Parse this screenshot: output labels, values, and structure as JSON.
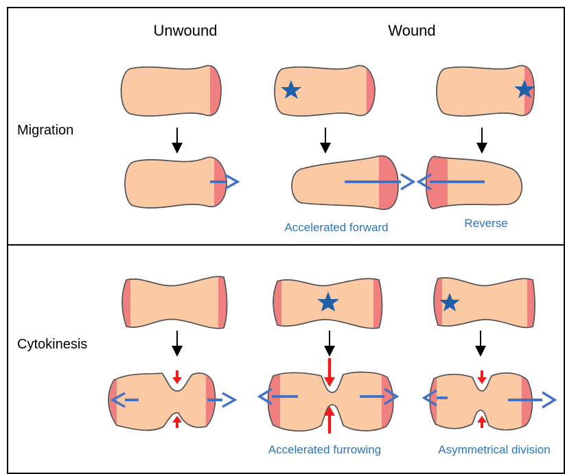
{
  "headers": {
    "unwound": "Unwound",
    "wound": "Wound"
  },
  "rows": {
    "migration": "Migration",
    "cytokinesis": "Cytokinesis"
  },
  "captions": {
    "accelerated_forward": "Accelerated forward",
    "reverse": "Reverse",
    "accelerated_furrowing": "Accelerated furrowing",
    "asymmetrical_division": "Asymmetrical division"
  },
  "colors": {
    "cell_fill": "#fbc9a4",
    "leading_edge": "#f07f7f",
    "blue_arrow": "#4472c4",
    "red_arrow": "#ee1c1c",
    "star": "#1f5fa8",
    "caption_text": "#2e74b5"
  }
}
